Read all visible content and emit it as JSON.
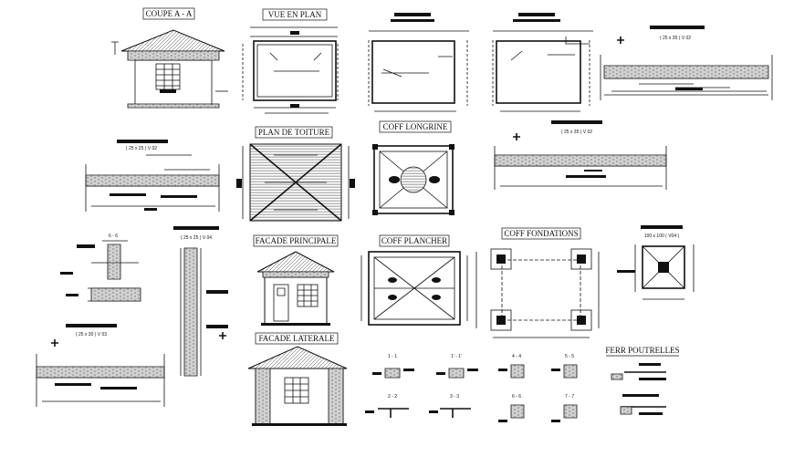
{
  "titles": {
    "coupe": "COUPE A - A",
    "vue_plan": "VUE EN PLAN",
    "plan_toiture": "PLAN DE TOITURE",
    "coff_longrine": "COFF LONGRINE",
    "facade_principale": "FACADE PRINCIPALE",
    "coff_plancher": "COFF PLANCHER",
    "coff_fondations": "COFF FONDATIONS",
    "facade_laterale": "FACADE LATERALE",
    "ferr_poutrelles": "FERR POUTRELLES"
  },
  "small_labels": {
    "section_6_6": "6 - 6",
    "dim_25x35_a": "( 25 x 35 ) V 02",
    "dim_25x35_b": "( 25 x 35 ) V 02",
    "dim_25x25": "( 25 x 25 ) V 02",
    "dim_25x30": "( 25 x 30 ) V 03",
    "dim_25x25_poteau": "( 25 x 25 ) V 04",
    "dim_semelle": "100 x 100 ( V04 )",
    "sec_1_1": "1 - 1",
    "sec_1p_1p": "1' - 1'",
    "sec_4_4": "4 - 4",
    "sec_5_5": "5 - 5",
    "sec_2_2": "2 - 2",
    "sec_3_3": "3 - 3",
    "sec_6_6b": "6 - 6",
    "sec_7_7": "7 - 7"
  },
  "colors": {
    "ink": "#111111",
    "paper": "#ffffff"
  }
}
